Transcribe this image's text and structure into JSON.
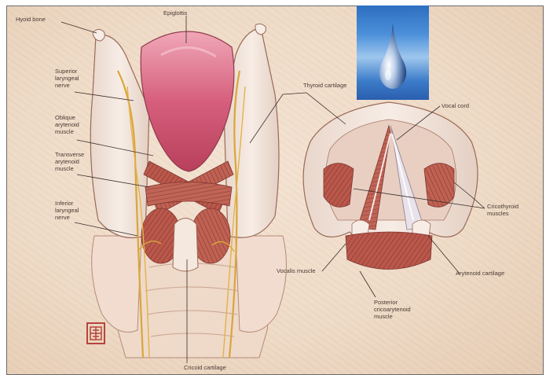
{
  "labels": {
    "hyoid_bone": "Hyoid bone",
    "epiglottis": "Epiglottis",
    "superior_laryngeal_nerve": "Superior\nlaryngeal\nnerve",
    "oblique_arytenoid_muscle": "Oblique\narytenoid\nmuscle",
    "transverse_arytenoid_muscle": "Transverse\narytenoid\nmuscle",
    "inferior_laryngeal_nerve": "Inferior\nlaryngeal\nnerve",
    "thyroid_cartilage": "Thyroid cartilage",
    "vocal_cord": "Vocal cord",
    "cricothyroid_muscles": "Cricothyroid\nmuscles",
    "vocalis_muscle": "Vocalis muscle",
    "arytenoid_cartilage": "Arytenoid cartilage",
    "posterior_cricoarytenoid_muscle": "Posterior\ncricoarytenoid\nmuscle",
    "cricoid_cartilage": "Cricoid cartilage"
  },
  "colors": {
    "cartilage": "#f3e6dc",
    "epiglottis": "#d0536f",
    "muscle": "#b5574a",
    "nerve": "#d9a63a",
    "outline": "#9a6a58",
    "leader_line": "#3a2e2a"
  },
  "logo_icon": "water-drop-icon",
  "stamp_icon": "artist-monogram-stamp"
}
